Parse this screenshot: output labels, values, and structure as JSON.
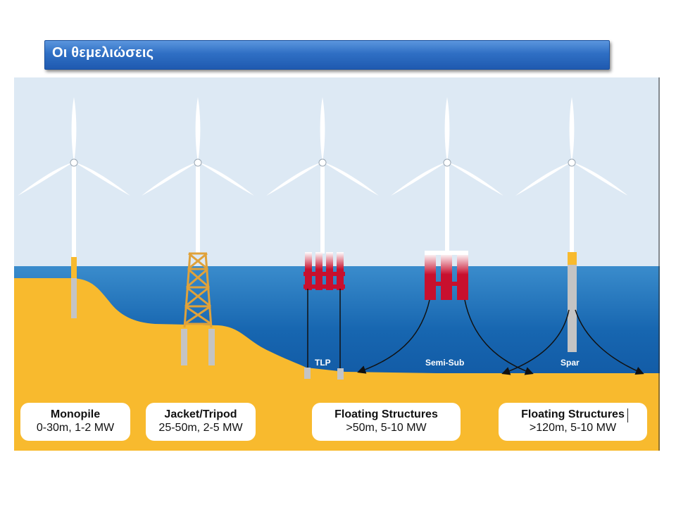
{
  "header": {
    "title": "Οι θεμελιώσεις"
  },
  "colors": {
    "sky": "#dde9f4",
    "sea_top": "#2d7fc4",
    "sea_deep": "#0b4a96",
    "seabed": "#f8ba2e",
    "floater_red": "#c8102e",
    "tower_white": "#ffffff",
    "monopile_grey": "#c4c4c4",
    "lattice_orange": "#e0a23a"
  },
  "structure_labels": {
    "tlp": "TLP",
    "semisub": "Semi-Sub",
    "spar": "Spar"
  },
  "labels": [
    {
      "name": "Monopile",
      "spec": "0-30m, 1-2 MW"
    },
    {
      "name": "Jacket/Tripod",
      "spec": "25-50m, 2-5 MW"
    },
    {
      "name": "Floating Structures",
      "spec": ">50m, 5-10 MW"
    },
    {
      "name": "Floating Structures",
      "spec": ">120m, 5-10 MW"
    }
  ]
}
